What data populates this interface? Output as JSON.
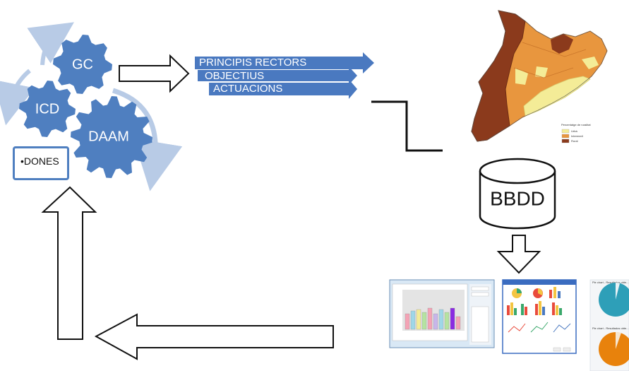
{
  "gears": {
    "gc": "GC",
    "icd": "ICD",
    "daam": "DAAM"
  },
  "dones_box": {
    "label": "•DONES"
  },
  "banners": {
    "principis": "PRINCIPIS RECTORS",
    "objectius": "OBJECTIUS",
    "actuacions": "ACTUACIONS"
  },
  "database": {
    "label": "BBDD"
  },
  "map_legend": {
    "title": "Percentatge de ruralitat",
    "items": [
      {
        "label": "Urbà",
        "color": "#f4ec97"
      },
      {
        "label": "Intermedi",
        "color": "#e8963e"
      },
      {
        "label": "Rural",
        "color": "#8b3a1c"
      }
    ]
  },
  "pie_panel": {
    "title_1": "Pie chart - Resultados obte...",
    "title_2": "Pie chart - Resultados obte..."
  },
  "colors": {
    "gear_blue": "#4f7fc0",
    "banner_blue": "#4a79c0",
    "pale_blue_arrow": "#b8cbe6"
  }
}
